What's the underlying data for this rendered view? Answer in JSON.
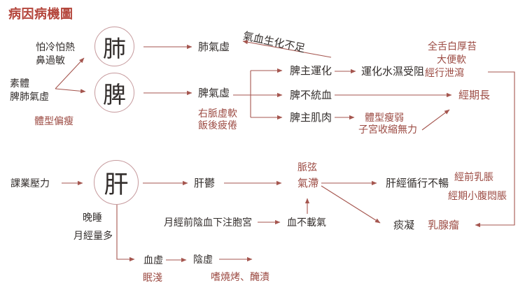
{
  "title": "病因病機圖",
  "colors": {
    "accent_red": "#b4463c",
    "text_dark": "#332e2c",
    "annotation_red": "#9c4b43",
    "circle_stroke": "#c69a9d",
    "arrow": "#a5564f"
  },
  "organs": {
    "lung": "肺",
    "spleen": "脾",
    "liver": "肝"
  },
  "constitution": {
    "line1": "素體",
    "line2": "脾肺氣虛",
    "symptom1": "怕冷怕熱",
    "symptom2": "鼻過敏",
    "body_note": "體型偏瘦"
  },
  "lung_branch": {
    "lung_qi_def": "肺氣虛",
    "qi_blood_note": "氣血生化不足"
  },
  "spleen_branch": {
    "spleen_qi_def": "脾氣虛",
    "pulse_note1": "右脈虛軟",
    "pulse_note2": "飯後疲倦",
    "transform": "脾主運化",
    "control_blood": "脾不統血",
    "muscle": "脾主肌肉",
    "damp_obstruct": "運化水濕受阻",
    "tongue_note1": "全舌白厚苔",
    "tongue_note2": "大便軟",
    "tongue_note3": "經行泄瀉",
    "long_period": "經期長",
    "thin_note1": "體型瘦弱",
    "thin_note2": "子宮收縮無力"
  },
  "liver_branch": {
    "cause": "課業壓力",
    "late_sleep": "晚睡",
    "heavy_period": "月經量多",
    "liver_stagnation": "肝鬱",
    "pulse_note1": "脈弦",
    "pulse_note2": "氣滯",
    "premenstrual": "月經前陰血下注胞宮",
    "blood_not_carry_qi": "血不載氣",
    "channel_block": "肝經循行不暢",
    "breast_note1": "經前乳脹",
    "breast_note2": "經期小腹悶脹",
    "phlegm": "痰凝",
    "breast_tumor": "乳腺瘤",
    "blood_def": "血虛",
    "light_sleep": "眠淺",
    "yin_def": "陰虛",
    "diet_note": "嗜燒烤、醃漬"
  }
}
